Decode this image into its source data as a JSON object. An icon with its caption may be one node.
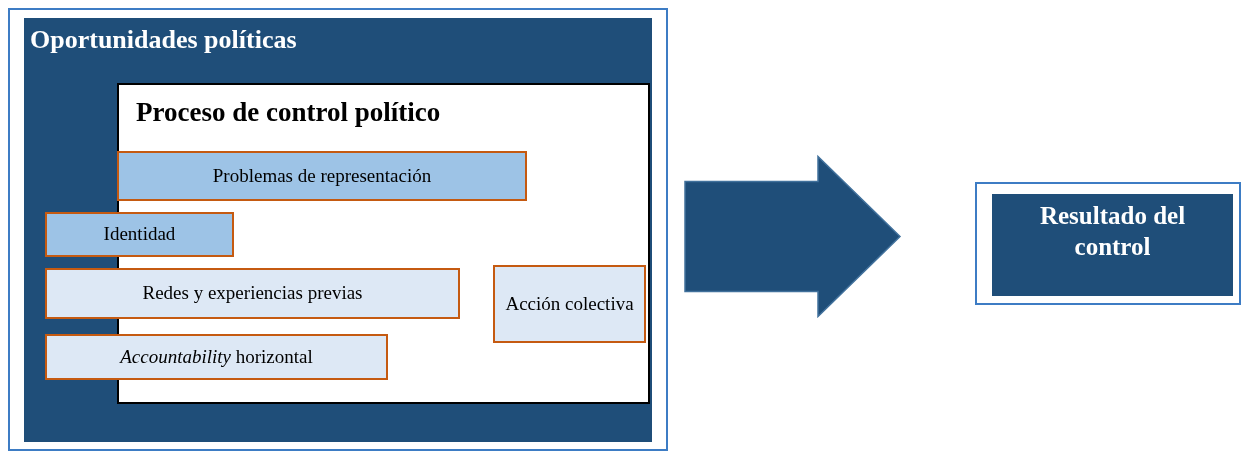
{
  "diagram": {
    "nodes": [
      {
        "text": [
          "Oportunidades políticas"
        ]
      },
      {
        "text": [
          "Proceso de control político"
        ],
        "in": 0
      },
      {
        "text": [
          "Problemas de representación"
        ],
        "in": 1
      },
      {
        "text": [
          "Identidad"
        ],
        "in": 0
      },
      {
        "text": [
          "Redes y experiencias previas"
        ],
        "in": 0
      },
      {
        "text": [
          "Acción colectiva"
        ],
        "in": 1
      },
      {
        "text": [
          "*Accountability* horizontal"
        ],
        "in": 0
      },
      {
        "text": [
          "Resultado del control"
        ]
      }
    ],
    "edges": [
      {
        "from": 0,
        "to": 7,
        "arrow": "to",
        "style": "thick",
        "color": "#1f4e79"
      }
    ]
  }
}
